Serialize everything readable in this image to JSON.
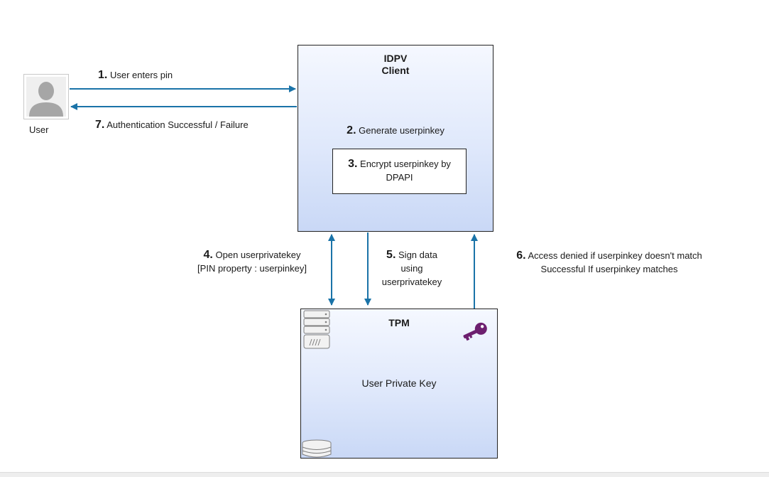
{
  "user": {
    "label": "User"
  },
  "idpv": {
    "title_line1": "IDPV",
    "title_line2": "Client"
  },
  "tpm": {
    "title": "TPM",
    "content": "User Private Key"
  },
  "steps": {
    "s1": {
      "num": "1.",
      "text": "User enters pin"
    },
    "s2": {
      "num": "2.",
      "text": "Generate userpinkey"
    },
    "s3": {
      "num": "3.",
      "text_line1": "Encrypt userpinkey by",
      "text_line2": "DPAPI"
    },
    "s4": {
      "num": "4.",
      "text_line1": "Open userprivatekey",
      "text_line2": "[PIN property : userpinkey]"
    },
    "s5": {
      "num": "5.",
      "text_line1": "Sign data",
      "text_line2": "using",
      "text_line3": "userprivatekey"
    },
    "s6": {
      "num": "6.",
      "text_line1": "Access denied if userpinkey doesn't match",
      "text_line2": "Successful If userpinkey matches"
    },
    "s7": {
      "num": "7.",
      "text": "Authentication Successful / Failure"
    }
  },
  "icons": {
    "user": "user-avatar-icon",
    "server": "server-icon",
    "disk": "disk-icon",
    "key": "key-icon"
  },
  "colors": {
    "arrow": "#1a73a8",
    "key": "#6d1f6f",
    "box_border": "#222222"
  }
}
